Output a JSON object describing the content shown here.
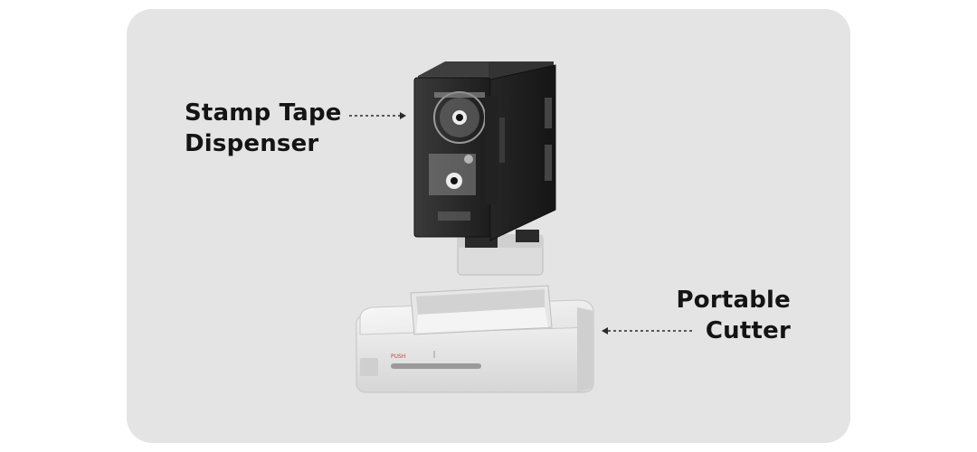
{
  "labels": {
    "dispenser": {
      "line1": "Stamp Tape",
      "line2": "Dispenser"
    },
    "cutter": {
      "line1": "Portable",
      "line2": "Cutter"
    }
  },
  "cutter_marking": "PUSH",
  "icons": [
    "arrow-right-icon",
    "arrow-left-icon"
  ],
  "colors": {
    "background": "#e4e4e4",
    "text": "#141414",
    "housing": "#2a2a2a",
    "cutter_body": "#eeeeee",
    "marking": "#d43a3a"
  }
}
